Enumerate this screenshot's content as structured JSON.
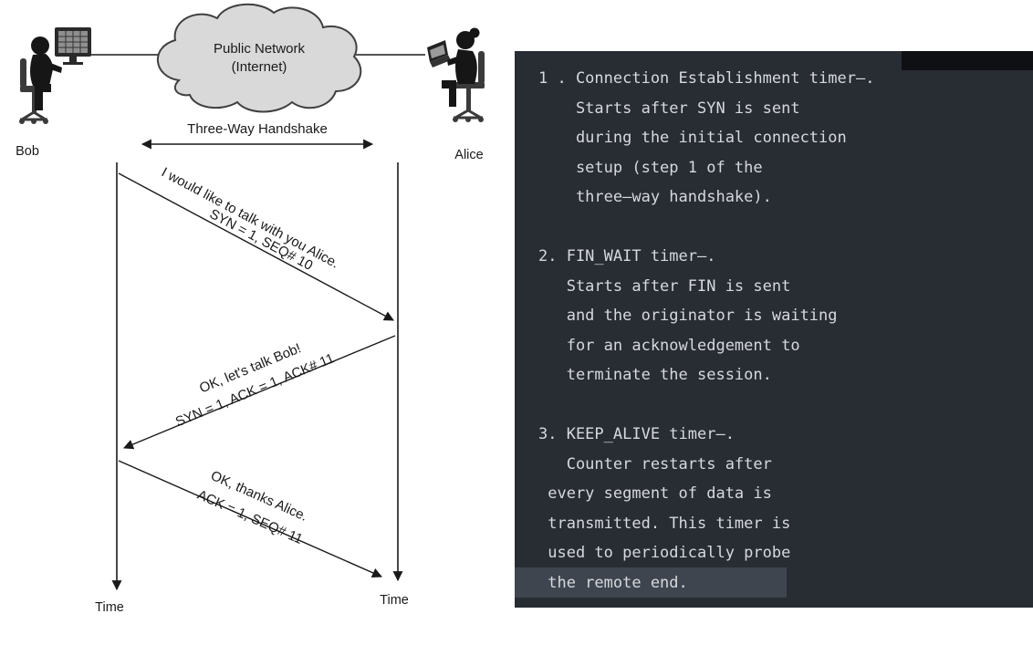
{
  "diagram": {
    "bob_label": "Bob",
    "alice_label": "Alice",
    "cloud": {
      "line1": "Public Network",
      "line2": "(Internet)"
    },
    "handshake_label": "Three-Way Handshake",
    "time_label_left": "Time",
    "time_label_right": "Time",
    "messages": [
      {
        "text": "I would like to talk with you Alice.",
        "flags": "SYN = 1, SEQ# 10"
      },
      {
        "text": "OK, let's talk Bob!",
        "flags": "SYN = 1, ACK = 1, ACK# 11"
      },
      {
        "text": "OK, thanks Alice.",
        "flags": "ACK = 1, SEQ# 11"
      }
    ]
  },
  "notes_panel": {
    "content": "1 . Connection Establishment timer—.\n    Starts after SYN is sent\n    during the initial connection\n    setup (step 1 of the\n    three—way handshake).\n\n2. FIN_WAIT timer—.\n   Starts after FIN is sent\n   and the originator is waiting\n   for an acknowledgement to\n   terminate the session.\n\n3. KEEP_ALIVE timer—.\n   Counter restarts after\n every segment of data is\n transmitted. This timer is\n used to periodically probe\n the remote end."
  },
  "colors": {
    "panel_bg": "#282c33",
    "panel_text": "#d6d9dd",
    "highlight_line_bg": "#3f454f",
    "dark_box_bg": "#0e1014",
    "diagram_ink": "#1a1a1a",
    "cloud_fill": "#d9d9d9"
  }
}
